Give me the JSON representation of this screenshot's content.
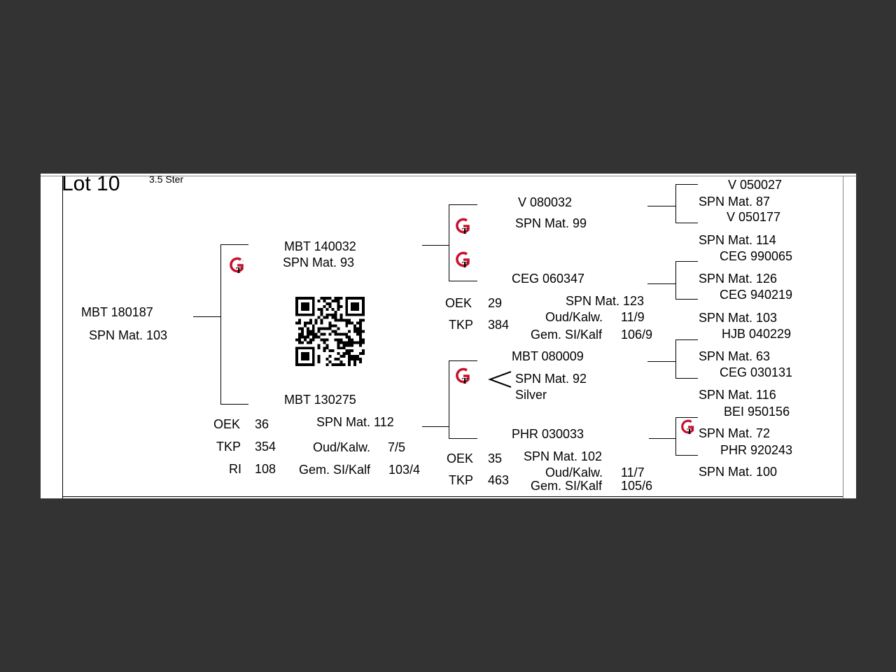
{
  "lot": {
    "title": "Lot 10",
    "subtitle": "3.5 Ster"
  },
  "animal": {
    "id": "MBT 180187",
    "spn": "SPN Mat. 103"
  },
  "sire": {
    "id": "MBT 140032",
    "spn": "SPN Mat. 93",
    "sire": {
      "id": "V   080032",
      "spn": "SPN Mat. 99"
    },
    "dam": {
      "id": "CEG 060347",
      "spn": "SPN Mat. 123",
      "oud_label": "Oud/Kalw.",
      "oud_value": "11/9",
      "gem_label": "Gem. SI/Kalf",
      "gem_value": "106/9"
    },
    "stats": [
      {
        "label": "OEK",
        "value": "29"
      },
      {
        "label": "TKP",
        "value": "384"
      }
    ]
  },
  "dam": {
    "id": "MBT 130275",
    "spn": "SPN Mat. 112",
    "oud_label": "Oud/Kalw.",
    "oud_value": "7/5",
    "gem_label": "Gem. SI/Kalf",
    "gem_value": "103/4",
    "stats": [
      {
        "label": "OEK",
        "value": "36"
      },
      {
        "label": "TKP",
        "value": "354"
      },
      {
        "label": "RI",
        "value": "108"
      }
    ],
    "sire": {
      "id": "MBT 080009",
      "spn": "SPN Mat. 92",
      "award": "Silver"
    },
    "dam": {
      "id": "PHR 030033",
      "spn": "SPN Mat. 102",
      "oud_label": "Oud/Kalw.",
      "oud_value": "11/7",
      "gem_label": "Gem. SI/Kalf",
      "gem_value": "105/6"
    },
    "stats2": [
      {
        "label": "OEK",
        "value": "35"
      },
      {
        "label": "TKP",
        "value": "463"
      }
    ]
  },
  "ancestors": [
    {
      "id": "V   050027",
      "spn": "SPN Mat. 87"
    },
    {
      "id": "V   050177",
      "spn": "SPN Mat. 114"
    },
    {
      "id": "CEG 990065",
      "spn": "SPN Mat. 126"
    },
    {
      "id": "CEG 940219",
      "spn": "SPN Mat. 103"
    },
    {
      "id": "HJB 040229",
      "spn": "SPN Mat. 63"
    },
    {
      "id": "CEG 030131",
      "spn": "SPN Mat. 116"
    },
    {
      "id": "BEI 950156",
      "spn": "SPN Mat. 72"
    },
    {
      "id": "PHR 920243",
      "spn": "SPN Mat. 100"
    }
  ],
  "icons": {
    "logo": "gt-logo-icon",
    "qr": "qr-code-icon",
    "award": "less-than-award-icon"
  },
  "colors": {
    "background": "#333333",
    "sheet": "#ffffff",
    "logo_red": "#c8102e"
  }
}
